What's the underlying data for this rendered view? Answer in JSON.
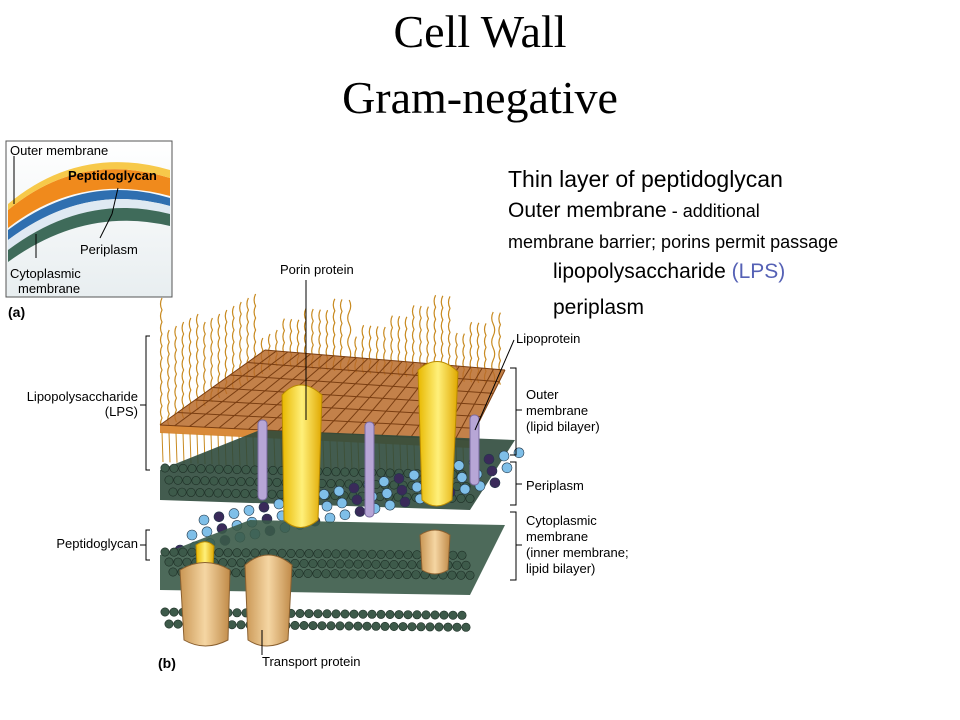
{
  "title": {
    "line1": "Cell Wall",
    "line2": "Gram-negative"
  },
  "bullets": {
    "b1": "Thin layer of peptidoglycan",
    "b2_main": "Outer membrane",
    "b2_rest": " - additional",
    "b3": "membrane barrier; porins permit passage",
    "b4_main": "lipopolysaccharide",
    "b4_paren": " (LPS)",
    "b5": "periplasm"
  },
  "panel_a": {
    "outer_membrane": "Outer membrane",
    "peptidoglycan": "Peptidoglycan",
    "periplasm": "Periplasm",
    "cytoplasmic_1": "Cytoplasmic",
    "cytoplasmic_2": "membrane",
    "panel_label": "(a)"
  },
  "panel_b": {
    "porin_protein": "Porin protein",
    "lipoprotein": "Lipoprotein",
    "lps_1": "Lipopolysaccharide",
    "lps_2": "(LPS)",
    "outer_1": "Outer",
    "outer_2": "membrane",
    "outer_3": "(lipid bilayer)",
    "periplasm": "Periplasm",
    "peptidoglycan": "Peptidoglycan",
    "cyto_1": "Cytoplasmic",
    "cyto_2": "membrane",
    "cyto_3": "(inner membrane;",
    "cyto_4": "lipid bilayer)",
    "transport_protein": "Transport protein",
    "panel_label": "(b)"
  },
  "colors": {
    "accent_lps": "#5561b5",
    "lipid_head": "#3d5a4a",
    "outer_head": "#c0662a",
    "lps_chain": "#c88a20",
    "porin": "#f2d733",
    "lipoprotein": "#b7a6d6",
    "transport": "#e3b877",
    "pg_blue": "#7fbfe8",
    "pg_purple": "#3a2a5a"
  }
}
